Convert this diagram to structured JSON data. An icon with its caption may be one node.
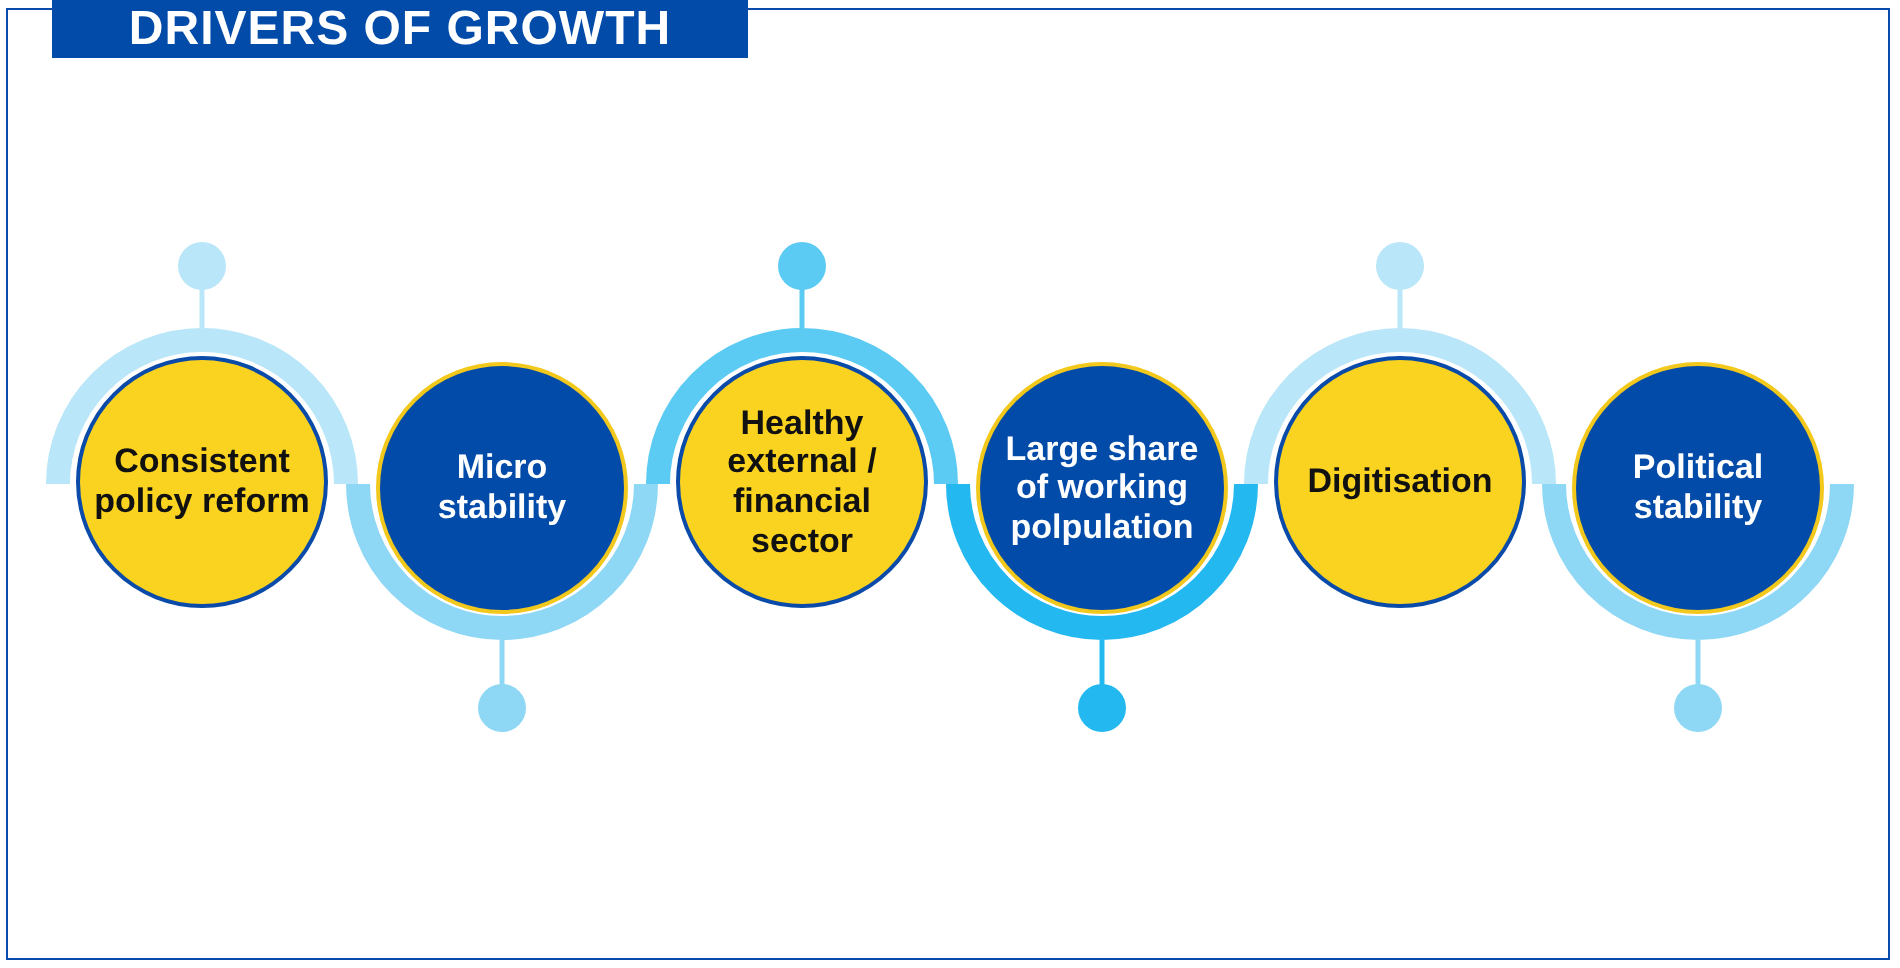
{
  "diagram": {
    "title": "DRIVERS OF GROWTH",
    "nodes": [
      {
        "text": [
          "Consistent policy reform"
        ]
      },
      {
        "text": [
          "Micro stability"
        ]
      },
      {
        "text": [
          "Healthy external / financial sector"
        ]
      },
      {
        "text": [
          "Large share of working polpulation"
        ]
      },
      {
        "text": [
          "Digitisation"
        ]
      },
      {
        "text": [
          "Political stability"
        ]
      }
    ]
  }
}
